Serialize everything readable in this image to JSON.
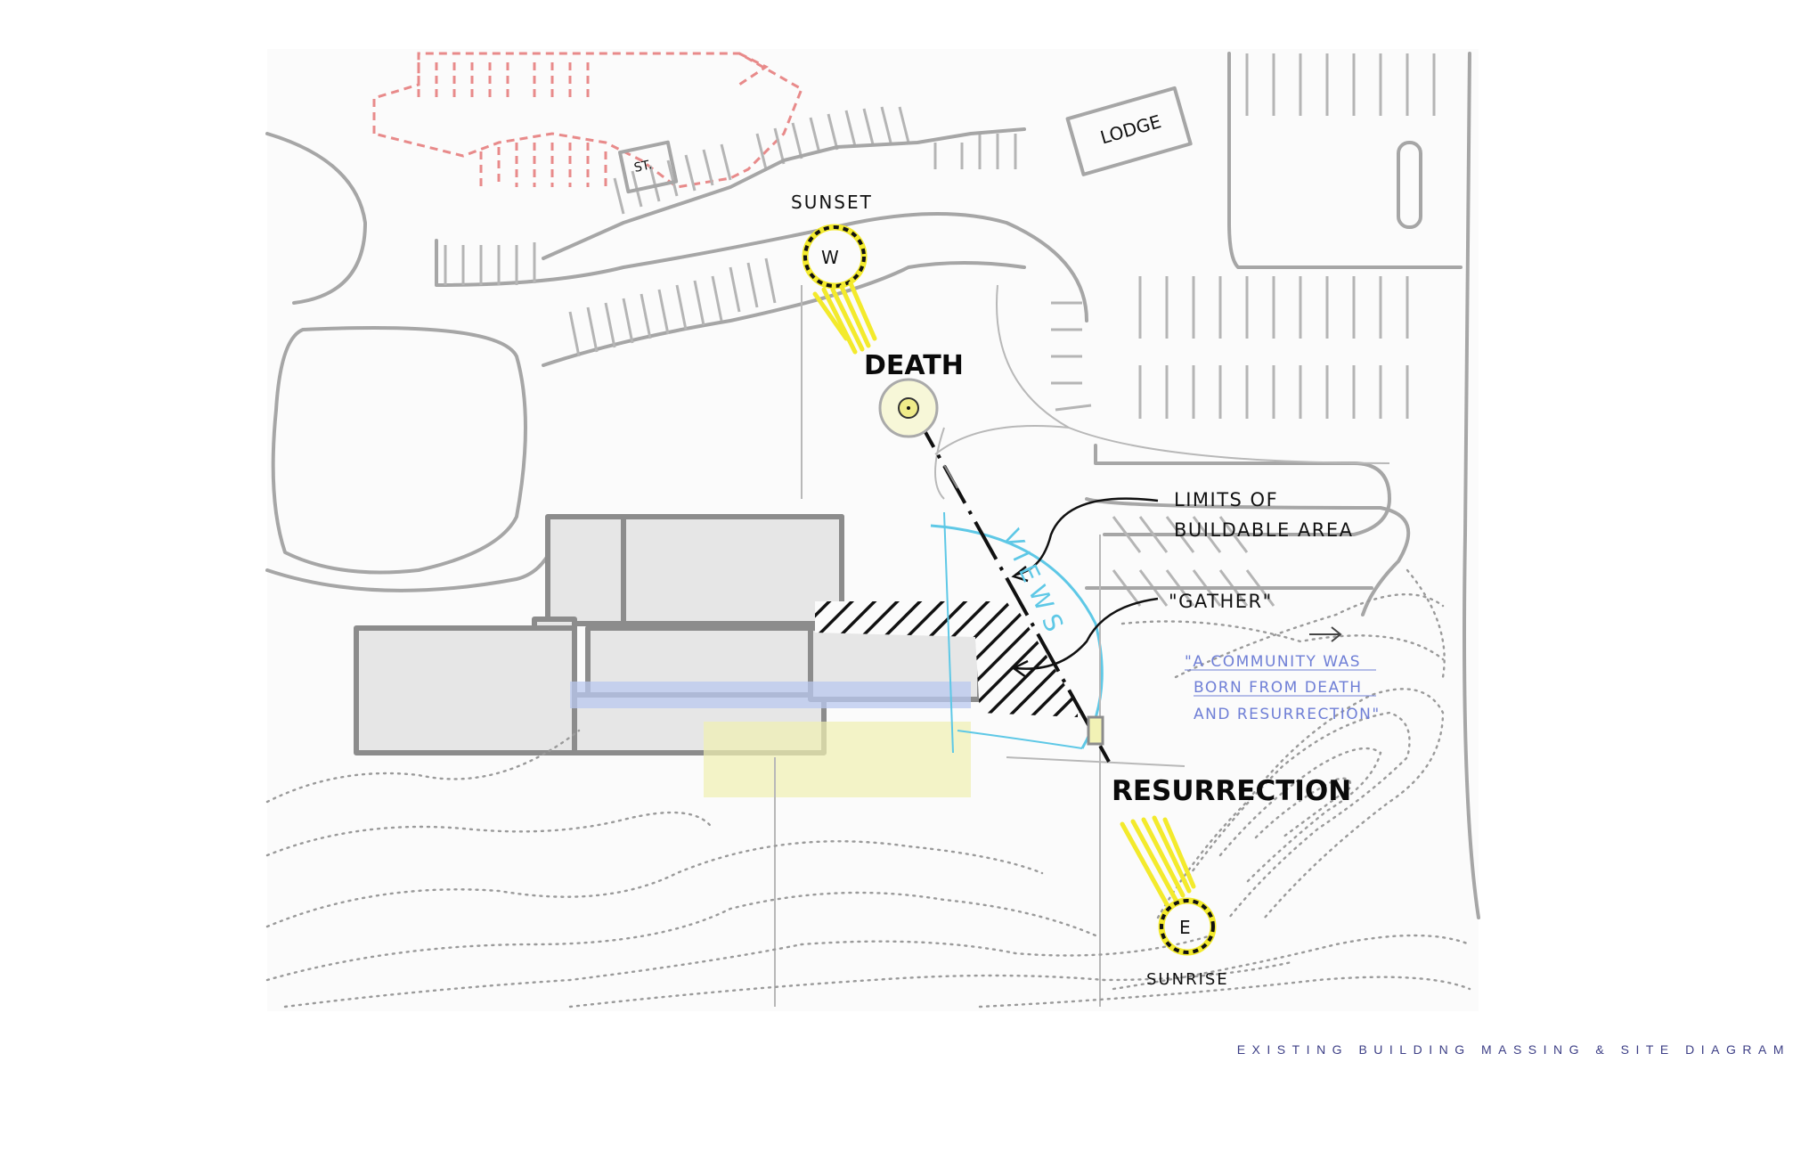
{
  "labels": {
    "lodge": "LODGE",
    "st": "ST.",
    "sunset": "SUNSET",
    "west": "W",
    "death": "DEATH",
    "limits_line1": "LIMITS OF",
    "limits_line2": "BUILDABLE AREA",
    "gather": "\"GATHER\"",
    "views": "VIEWS",
    "resurrection": "RESURRECTION",
    "east": "E",
    "sunrise": "SUNRISE"
  },
  "quote": {
    "line1": "\"A COMMUNITY WAS",
    "line2": "BORN FROM DEATH",
    "line3": "AND RESURRECTION\""
  },
  "caption": "EXISTING BUILDING MASSING & SITE DIAGRAM",
  "colors": {
    "sun_yellow": "#f3ea2c",
    "view_blue": "#5ec8e6",
    "quote_blue": "#6f7fd6",
    "gather_blue": "#b9c8ef",
    "existing_parking_red": "#e88a8a",
    "building_gray": "#e6e6e6",
    "sanctuary_yellow": "#f2f2b5",
    "caption_navy": "#3d3f86"
  },
  "icons": {
    "sun_west": "sun-circle-icon",
    "sun_east": "sun-circle-icon",
    "death_marker": "target-circle-icon",
    "arrows": "pointer-arrow-icon"
  }
}
